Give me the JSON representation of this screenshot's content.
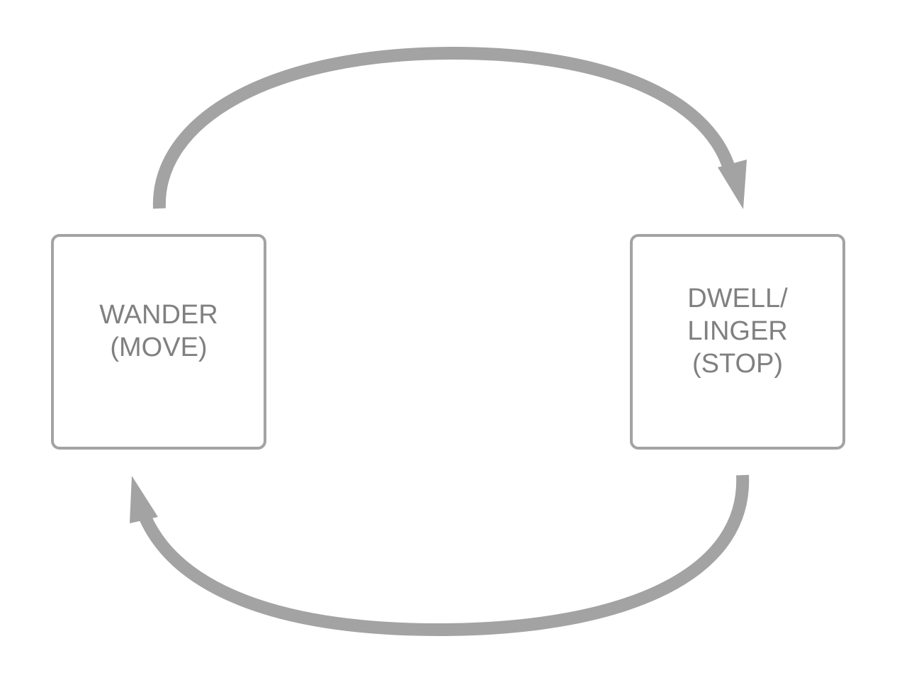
{
  "diagram": {
    "nodes": [
      {
        "id": "wander",
        "lines": [
          "WANDER",
          "(MOVE)"
        ]
      },
      {
        "id": "dwell",
        "lines": [
          "DWELL/",
          "LINGER",
          "(STOP)"
        ]
      }
    ],
    "edges": [
      {
        "from": "wander",
        "to": "dwell",
        "direction": "clockwise-top"
      },
      {
        "from": "dwell",
        "to": "wander",
        "direction": "clockwise-bottom"
      }
    ],
    "colors": {
      "stroke": "#a3a3a3",
      "text": "#808080",
      "background": "#ffffff"
    }
  }
}
